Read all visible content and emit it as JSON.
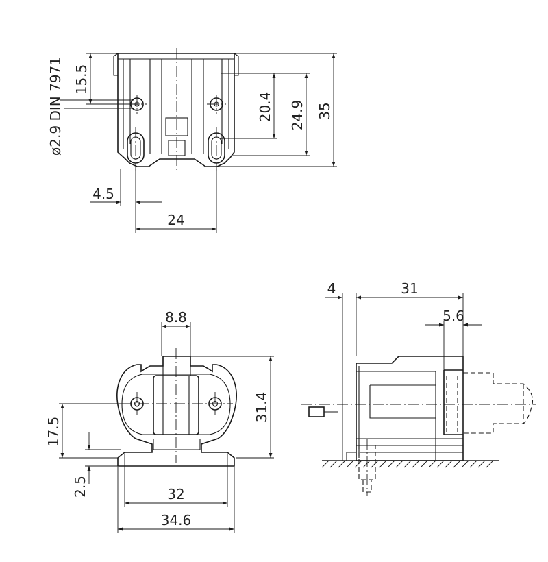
{
  "dimensions": {
    "top_view": {
      "hole_note": "ø2.9 DIN 7971",
      "dim_15_5": "15.5",
      "dim_20_4": "20.4",
      "dim_24_9": "24.9",
      "dim_35": "35",
      "dim_4_5": "4.5",
      "dim_24": "24"
    },
    "front_view": {
      "dim_8_8": "8.8",
      "dim_31_4": "31.4",
      "dim_17_5": "17.5",
      "dim_2_5": "2.5",
      "dim_32": "32",
      "dim_34_6": "34.6"
    },
    "side_view": {
      "dim_4": "4",
      "dim_31": "31",
      "dim_5_6": "5.6"
    }
  }
}
